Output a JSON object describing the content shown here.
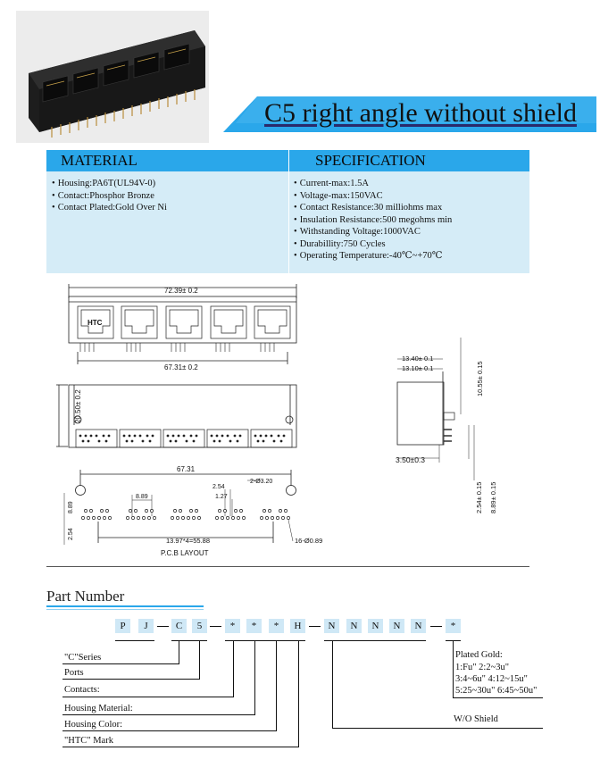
{
  "banner": {
    "title": "C5 right angle without shield"
  },
  "table": {
    "material_heading": "MATERIAL",
    "spec_heading": "SPECIFICATION",
    "material": [
      "Housing:PA6T(UL94V-0)",
      "Contact:Phosphor Bronze",
      "Contact Plated:Gold Over Ni"
    ],
    "specification": [
      "Current-max:1.5A",
      "Voltage-max:150VAC",
      "Contact Resistance:30 milliohms max",
      "Insulation Resistance:500 megohms min",
      "Withstanding Voltage:1000VAC",
      "Durabillity:750 Cycles",
      "Operating Temperature:-40℃~+70℃"
    ]
  },
  "drawing": {
    "dims": {
      "overall_width": "72.39± 0.2",
      "pitch_width": "67.31± 0.2",
      "depth": "20.50± 0.2",
      "side_w1": "13.40± 0.1",
      "side_w2": "13.10± 0.1",
      "side_h": "10.55± 0.15",
      "side_offset": "3.50±0.3",
      "side_pin1": "2.54± 0.15",
      "side_pin2": "8.89± 0.15",
      "pcb_width": "67.31",
      "pcb_pitch": "2.54",
      "pcb_half_pitch": "1.27",
      "pcb_hole": "2-Ø3.20",
      "pcb_block": "8.89",
      "pcb_left_h": "8.89",
      "pcb_left_pitch": "2.54",
      "pcb_span": "13.97*4=55.88",
      "pcb_pins": "16-Ø0.89"
    },
    "mark": "HTC",
    "pcb_caption": "P.C.B  LAYOUT"
  },
  "part_number": {
    "title": "Part Number",
    "boxes": [
      "P",
      "J",
      "C",
      "5",
      "*",
      "*",
      "*",
      "H",
      "N",
      "N",
      "N",
      "N",
      "N",
      "*"
    ],
    "labels": {
      "series": "\"C\"Series",
      "ports": "Ports",
      "contacts": "Contacts:",
      "housing_material": "Housing Material:",
      "housing_color": "Housing Color:",
      "htc_mark": "\"HTC\" Mark",
      "shield": "W/O Shield"
    },
    "plating": {
      "title": "Plated Gold:",
      "lines": [
        "1:Fu\"  2:2~3u\"",
        "3:4~6u\"  4:12~15u\"",
        "5:25~30u\"  6:45~50u\""
      ]
    }
  },
  "colors": {
    "accent": "#2aa7ea",
    "table_bg": "#d5ecf7",
    "box_bg": "#cfe8f6"
  }
}
